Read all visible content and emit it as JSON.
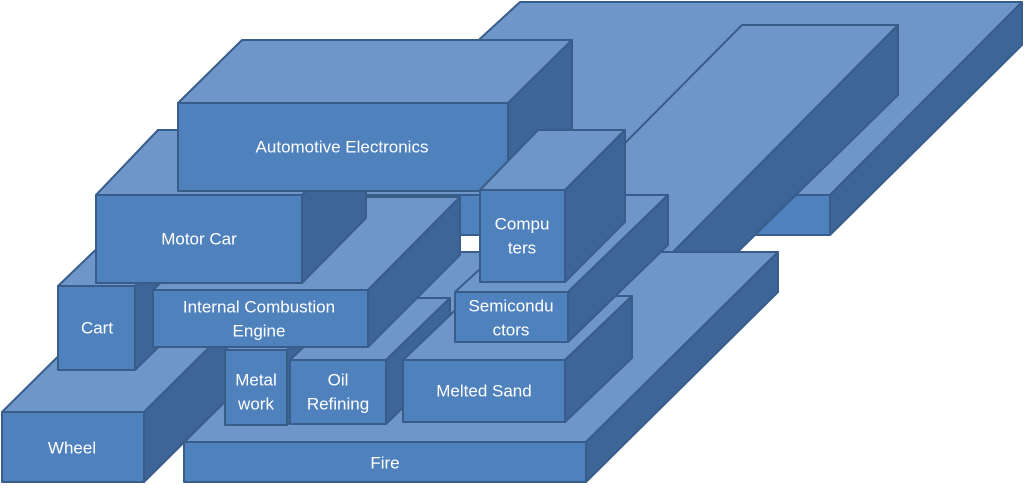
{
  "blocks": {
    "wheel": "Wheel",
    "fire": "Fire",
    "cart": "Cart",
    "motor_car": "Motor Car",
    "automotive_electronics": "Automotive Electronics",
    "ice_line1": "Internal Combustion",
    "ice_line2": "Engine",
    "metal_line1": "Metal",
    "metal_line2": "work",
    "oil_line1": "Oil",
    "oil_line2": "Refining",
    "melted_sand": "Melted Sand",
    "semi_line1": "Semicondu",
    "semi_line2": "ctors",
    "comp_line1": "Compu",
    "comp_line2": "ters"
  },
  "colors": {
    "front": "#4f81bd",
    "top": "#6f96c9",
    "side": "#3d6597",
    "edge": "#385d8a"
  }
}
